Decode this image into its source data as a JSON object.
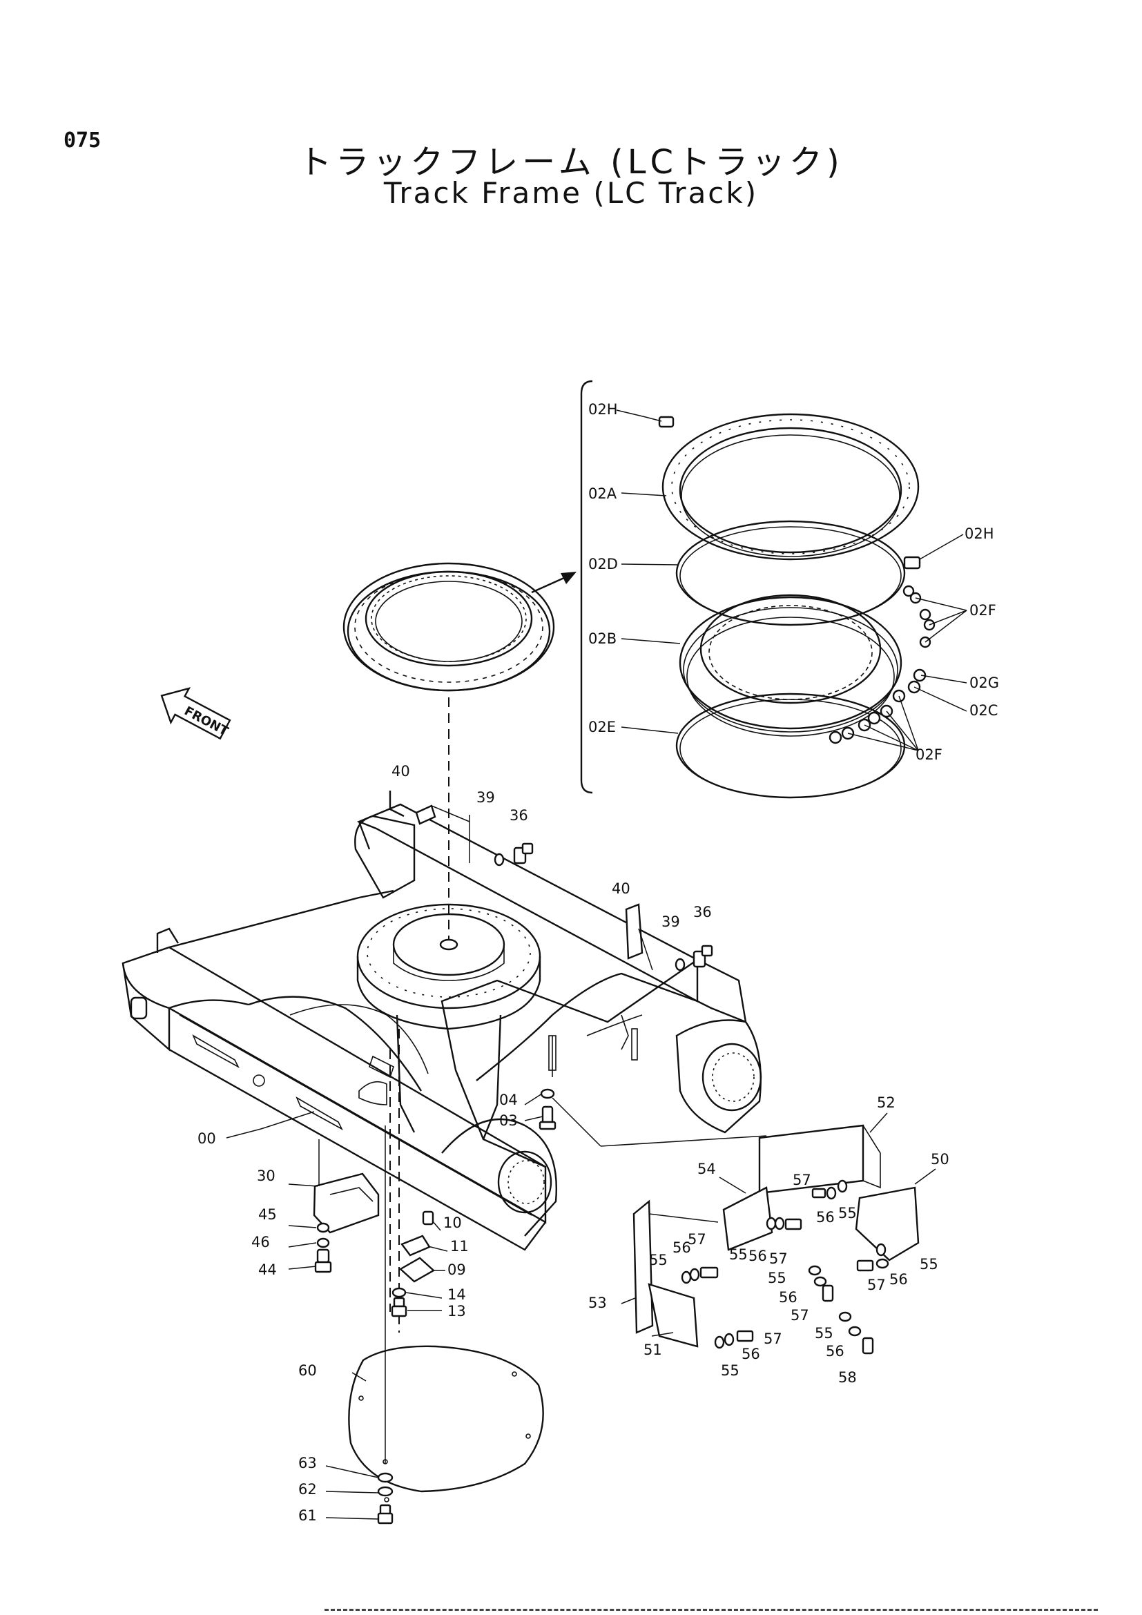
{
  "page_number": "075",
  "title_jp": "トラックフレーム (LCトラック)",
  "title_en": "Track Frame (LC Track)",
  "front_label": "FRONT",
  "callouts": {
    "c02H_top": "02H",
    "c02A": "02A",
    "c02D": "02D",
    "c02B": "02B",
    "c02E": "02E",
    "c02H_right": "02H",
    "c02F_top": "02F",
    "c02G": "02G",
    "c02C": "02C",
    "c02F_bottom": "02F",
    "c40_left": "40",
    "c39_left": "39",
    "c36_left": "36",
    "c40_right": "40",
    "c39_right": "39",
    "c36_right": "36",
    "c00": "00",
    "c04": "04",
    "c03": "03",
    "c30": "30",
    "c45": "45",
    "c46": "46",
    "c44": "44",
    "c10": "10",
    "c11": "11",
    "c09": "09",
    "c14": "14",
    "c13": "13",
    "c60": "60",
    "c63": "63",
    "c62": "62",
    "c61": "61",
    "c52": "52",
    "c50": "50",
    "c54": "54",
    "c53": "53",
    "c51": "51",
    "c57_a": "57",
    "c56_a": "56",
    "c55_a": "55",
    "c55_b": "55",
    "c56_b": "56",
    "c57_b": "57",
    "c57_c": "57",
    "c56_c": "56",
    "c55_c": "55",
    "c55_d": "55",
    "c56_d": "56",
    "c57_d": "57",
    "c55_e": "55",
    "c56_e": "56",
    "c58": "58",
    "c55_f": "55",
    "c56_f": "56",
    "c57_f": "57",
    "c56_g": "56",
    "c55_g": "55",
    "c57_g": "57"
  }
}
